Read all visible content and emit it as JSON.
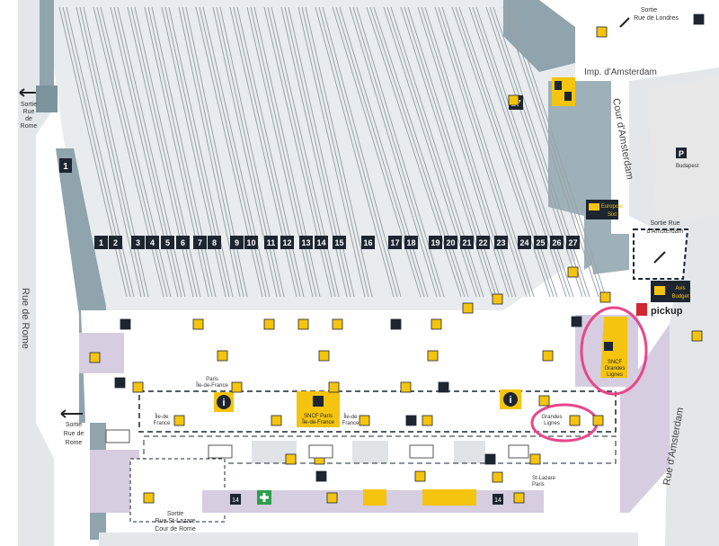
{
  "platforms": [
    "1",
    "2",
    "3",
    "4",
    "5",
    "6",
    "7",
    "8",
    "9",
    "10",
    "11",
    "12",
    "13",
    "14",
    "15",
    "16",
    "17",
    "18",
    "19",
    "20",
    "21",
    "22",
    "23",
    "24",
    "25",
    "26",
    "27"
  ],
  "platform_top": [
    "1",
    "27"
  ],
  "exits": {
    "rome_left_top": [
      "Sortie",
      "Rue",
      "de",
      "Rome"
    ],
    "rome_left_mid": [
      "Sortie",
      "Rue de",
      "Rome"
    ],
    "londres": [
      "Sortie",
      "Rue de Londres"
    ],
    "amsterdam": [
      "Sortie Rue",
      "d'Amsterdam"
    ],
    "st_lazare": [
      "Sortie",
      "Rue St-Lazare"
    ]
  },
  "streets": {
    "impasse": "Imp. d'Amsterdam",
    "cour_amsterdam": "Cour d'Amsterdam",
    "rue_rome": "Rue de Rome",
    "rue_amsterdam": "Rue d'Amsterdam",
    "cour_rome": "Cour de Rome"
  },
  "services": {
    "europcar": [
      "Europcar",
      "Sixt"
    ],
    "avis": [
      "Avis",
      "Budget"
    ],
    "pickup": "pickup",
    "parking_p": "P",
    "budapest": "Budapest",
    "sncf_gl": [
      "SNCF",
      "Grandes",
      "Lignes"
    ],
    "sncf_idf": [
      "SNCF Paris",
      "Île-de-France"
    ],
    "paris_idf": [
      "Paris",
      "Île-de-France"
    ],
    "idf_small": [
      "Île-de",
      "France"
    ],
    "grandes_lignes": [
      "Grandes",
      "Lignes"
    ],
    "st_lazare_paris": [
      "St-Lazare",
      "Paris"
    ],
    "info": "i",
    "bottom_14": "14"
  },
  "highlight_color": "#e8478b",
  "colors": {
    "track_area": "#e6eaec",
    "hall_lilac": "#d6cde0",
    "wall_grey": "#7d939c",
    "pale_grey": "#b6c2c7",
    "sign_yellow": "#f5c40f",
    "sign_dark": "#1c2530"
  }
}
